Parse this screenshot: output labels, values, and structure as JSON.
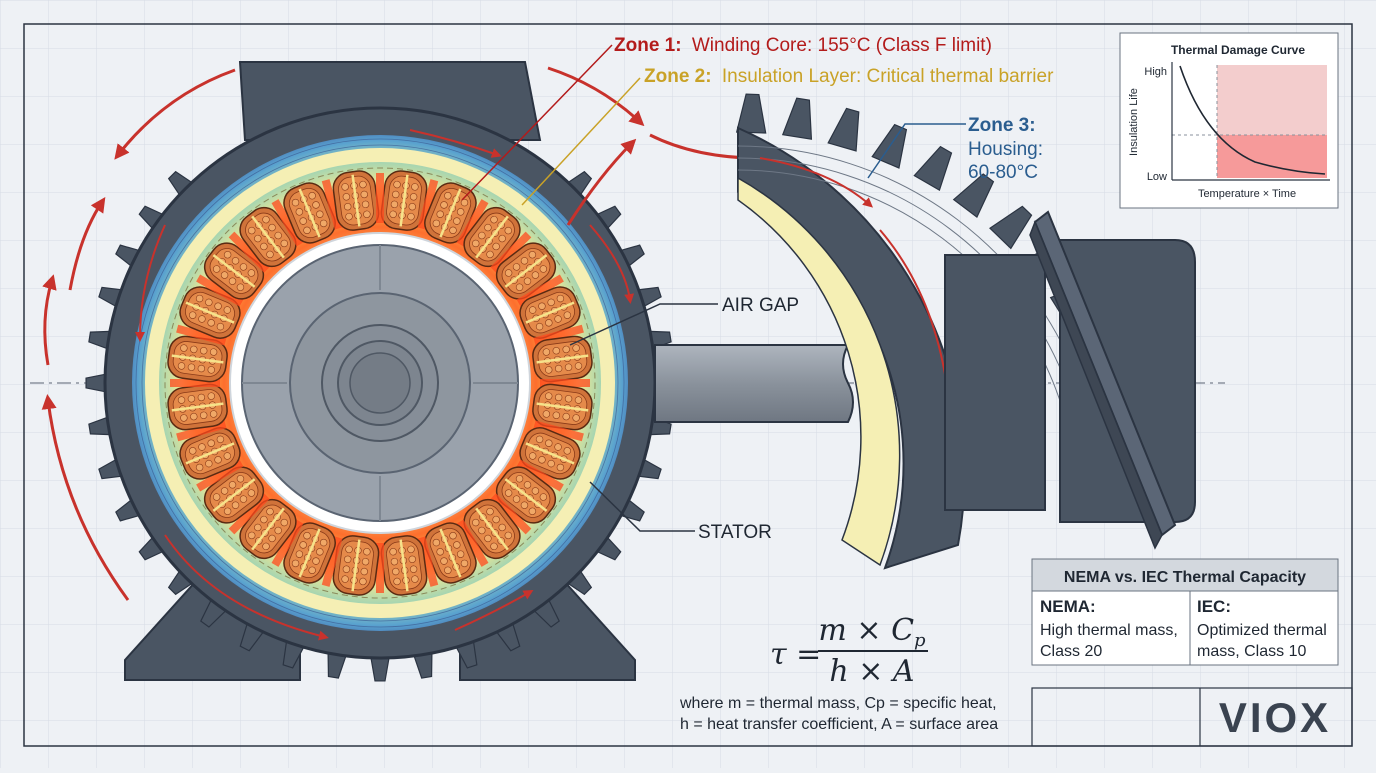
{
  "zones": {
    "zone1": {
      "label": "Zone 1:",
      "text": "Winding Core: 155°C (Class F limit)"
    },
    "zone2": {
      "label": "Zone 2:",
      "text": "Insulation Layer: Critical thermal barrier"
    },
    "zone3": {
      "label": "Zone 3:",
      "line1": "Housing:",
      "line2": "60-80°C"
    }
  },
  "labels": {
    "air_gap": "AIR GAP",
    "stator": "STATOR"
  },
  "curve": {
    "title": "Thermal Damage Curve",
    "ylabel": "Insulation Life",
    "y_high": "High",
    "y_low": "Low",
    "xlabel": "Temperature × Time"
  },
  "comparison": {
    "title": "NEMA vs. IEC Thermal Capacity",
    "nema": {
      "head": "NEMA:",
      "line1": "High thermal mass,",
      "line2": "Class 20"
    },
    "iec": {
      "head": "IEC:",
      "line1": "Optimized thermal",
      "line2": "mass, Class 10"
    }
  },
  "formula": {
    "lhs": "τ =",
    "numerator": "m × C",
    "numerator_sub": "p",
    "denominator": "h × A",
    "note_line1": "where m = thermal mass, Cp = specific heat,",
    "note_line2": "h = heat transfer coefficient, A = surface area"
  },
  "brand": "VIOX",
  "colors": {
    "zone1": "#b31b1b",
    "zone2": "#c9a227",
    "zone3": "#2a5d8f",
    "housing": "#4a5563",
    "copper": "#d0733a",
    "arrow": "#c8322c",
    "insulation": "#f5efb4"
  }
}
